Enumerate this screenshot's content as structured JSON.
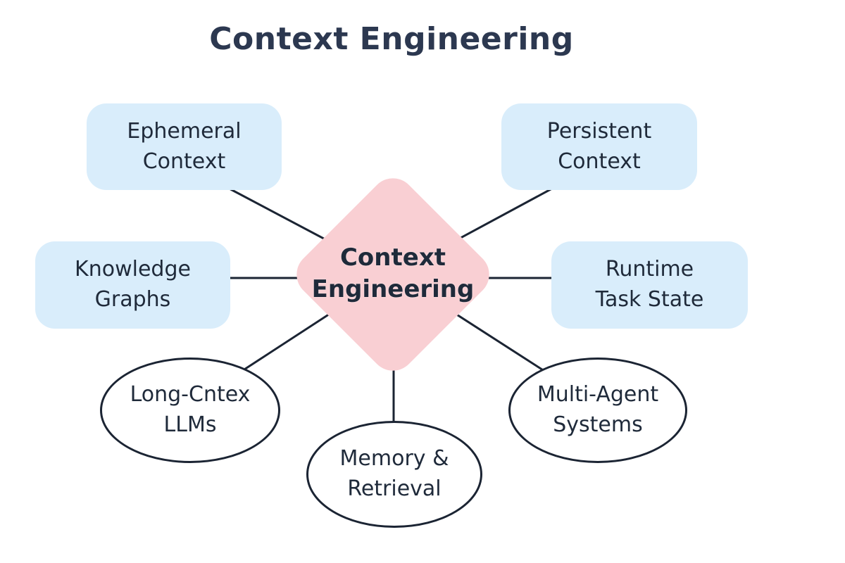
{
  "title": "Context Engineering",
  "colors": {
    "title_text": "#2c3850",
    "node_text": "#1f2a3a",
    "line": "#1b2433",
    "center_fill": "#f9cfd3",
    "box_fill": "#d9edfb",
    "ellipse_fill": "#ffffff"
  },
  "nodes": {
    "center": {
      "label": "Context\nEngineering",
      "shape": "diamond"
    },
    "ephemeral": {
      "label": "Ephemeral\nContext",
      "shape": "rounded-rect"
    },
    "persistent": {
      "label": "Persistent\nContext",
      "shape": "rounded-rect"
    },
    "knowledge": {
      "label": "Knowledge\nGraphs",
      "shape": "rounded-rect"
    },
    "runtime": {
      "label": "Runtime\nTask State",
      "shape": "rounded-rect"
    },
    "long_context": {
      "label": "Long-Cntex\nLLMs",
      "shape": "ellipse"
    },
    "memory": {
      "label": "Memory &\nRetrieval",
      "shape": "ellipse"
    },
    "multi_agent": {
      "label": "Multi-Agent\nSystems",
      "shape": "ellipse"
    }
  },
  "edges": [
    {
      "from": "center",
      "to": "ephemeral"
    },
    {
      "from": "center",
      "to": "persistent"
    },
    {
      "from": "center",
      "to": "knowledge"
    },
    {
      "from": "center",
      "to": "runtime"
    },
    {
      "from": "center",
      "to": "long_context"
    },
    {
      "from": "center",
      "to": "memory"
    },
    {
      "from": "center",
      "to": "multi_agent"
    }
  ]
}
